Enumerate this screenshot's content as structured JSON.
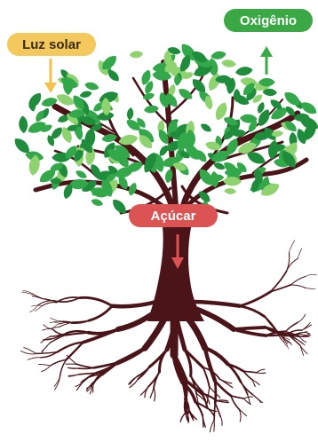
{
  "labels": {
    "sunlight": "Luz solar",
    "oxygen": "Oxigênio",
    "sugar": "Açúcar"
  },
  "colors": {
    "sunlight_bg": "#f3c85c",
    "sunlight_text": "#3a2a12",
    "sunlight_arrow": "#f2c14e",
    "oxygen_bg": "#3aa845",
    "oxygen_text": "#ffffff",
    "oxygen_arrow": "#3aa845",
    "sugar_bg": "#dc5353",
    "sugar_text": "#ffffff",
    "sugar_arrow": "#dc5353",
    "trunk": "#4a1418",
    "leaf_dark": "#1e8c3a",
    "leaf_mid": "#33a84a",
    "leaf_light": "#8fd270"
  },
  "icons": [
    "arrow-down-icon",
    "arrow-up-icon"
  ]
}
